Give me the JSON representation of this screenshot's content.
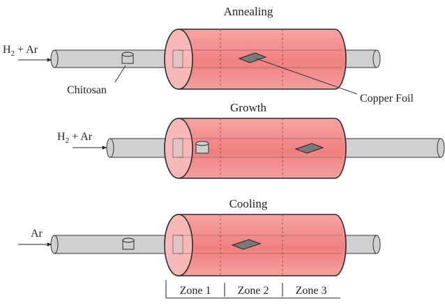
{
  "stages": [
    {
      "title": "Annealing",
      "gas": {
        "main": "H",
        "sub": "2",
        "rest": " + Ar"
      },
      "labels": {
        "boat": "Chitosan",
        "foil": "Copper Foil"
      }
    },
    {
      "title": "Growth",
      "gas": {
        "main": "H",
        "sub": "2",
        "rest": " + Ar"
      }
    },
    {
      "title": "Cooling",
      "gas": {
        "main": "Ar",
        "sub": "",
        "rest": ""
      }
    }
  ],
  "zones": [
    "Zone 1",
    "Zone 2",
    "Zone 3"
  ],
  "colors": {
    "furnace_fill": "#f59a9a",
    "furnace_face": "#f8b8b8",
    "tube": "#d0d0d0",
    "foil": "#7a7a7a"
  }
}
